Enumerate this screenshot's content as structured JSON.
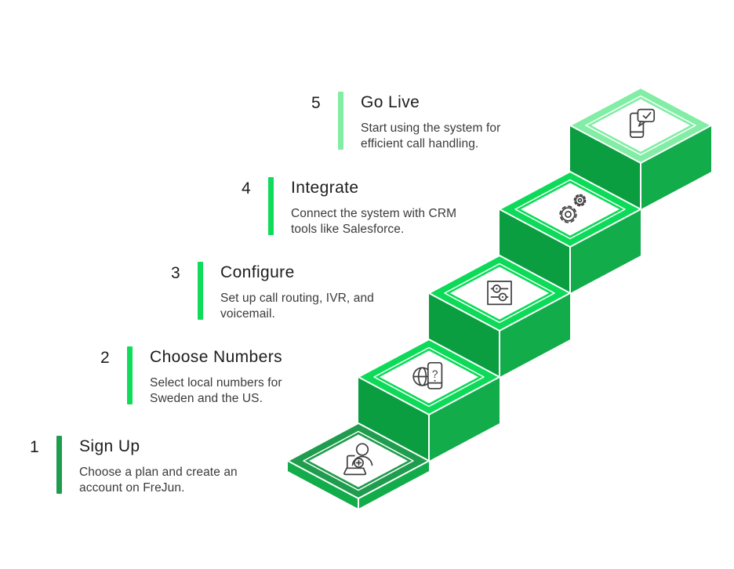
{
  "page": {
    "background": "#ffffff"
  },
  "steps": [
    {
      "number": "1",
      "title": "Sign Up",
      "description": "Choose a plan and create an\naccount on FreJun.",
      "accent": "#1F9C4D"
    },
    {
      "number": "2",
      "title": "Choose Numbers",
      "description": "Select local numbers for\nSweden and the US.",
      "accent": "#0EDC5A"
    },
    {
      "number": "3",
      "title": "Configure",
      "description": "Set up call routing, IVR, and\nvoicemail.",
      "accent": "#0EDC5A"
    },
    {
      "number": "4",
      "title": "Integrate",
      "description": "Connect the system with CRM\ntools like Salesforce.",
      "accent": "#0EDC5A"
    },
    {
      "number": "5",
      "title": "Go Live",
      "description": "Start using the system for\nefficient call handling.",
      "accent": "#82EDA5"
    }
  ],
  "staircase": {
    "face_color": "#0A9E40",
    "face_highlight": "#12AC4B",
    "tile_fill": "#ffffff",
    "tiles": [
      {
        "step": "1",
        "border_color": "#1F9C4D",
        "icon": "signup-laptop-person-icon"
      },
      {
        "step": "2",
        "border_color": "#0CDA58",
        "icon": "globe-phone-question-icon"
      },
      {
        "step": "3",
        "border_color": "#0CDA58",
        "icon": "sliders-settings-icon"
      },
      {
        "step": "4",
        "border_color": "#0CDA58",
        "icon": "gears-icon"
      },
      {
        "step": "5",
        "border_color": "#82EDA5",
        "icon": "phone-chat-check-icon"
      }
    ]
  },
  "icons": {
    "question_glyph": "?"
  }
}
